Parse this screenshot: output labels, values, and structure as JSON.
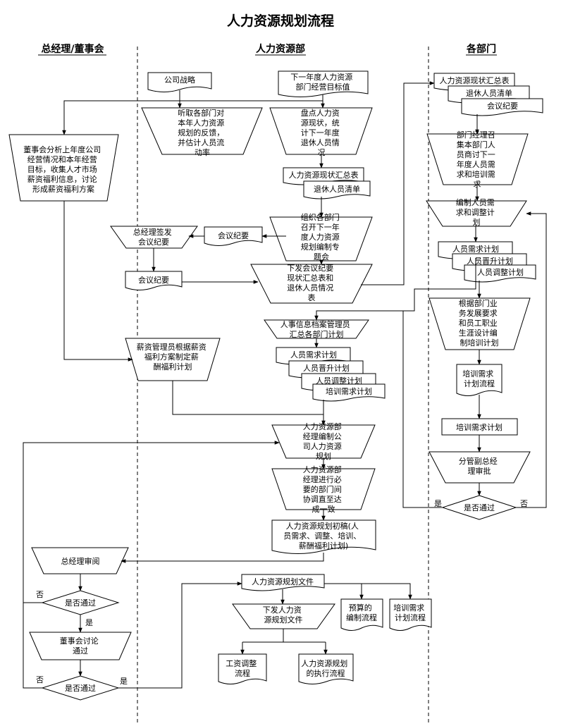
{
  "title": "人力资源规划流程",
  "lanes": [
    "总经理/董事会",
    "人力资源部",
    "各部门"
  ],
  "nodes": {
    "strategy": [
      "公司战略"
    ],
    "next_goal": [
      "下一年度人力资源",
      "部门经营目标值"
    ],
    "board_analysis": [
      "董事会分析上年度公司",
      "经营情况和本年经营",
      "目标，收集人才市场",
      "薪资福利信息，讨论",
      "形成薪资福利方案"
    ],
    "listen_feedback": [
      "听取各部门对",
      "本年人力资源",
      "规划的反馈，",
      "并估计人员流",
      "动率"
    ],
    "inventory": [
      "盘点人力资",
      "源现状，统",
      "计下一年度",
      "退休人员情",
      "况"
    ],
    "summary_hr": [
      "人力资源现状汇总表"
    ],
    "retire_hr": [
      "退休人员清单"
    ],
    "organize_meeting": [
      "组织各部门",
      "召开下一年",
      "度人力资源",
      "规划编制专",
      "题会"
    ],
    "meeting_minutes_1": [
      "会议纪要"
    ],
    "gm_issue": [
      "总经理签发",
      "会议纪要"
    ],
    "meeting_minutes_2": [
      "会议纪要"
    ],
    "issue_minutes": [
      "下发会议纪要",
      "现状汇总表和",
      "退休人员情况",
      "表"
    ],
    "hr_archive": [
      "人事信息档案管理员",
      "汇总各部门计划"
    ],
    "plans_hr": [
      "人员需求计划",
      "人员晋升计划",
      "人员调整计划",
      "培训需求计划"
    ],
    "comp_admin": [
      "薪资管理员根据薪资",
      "福利方案制定薪",
      "酬福利计划"
    ],
    "hr_manager_plan": [
      "人力资源部",
      "经理编制公",
      "司人力资源",
      "规划"
    ],
    "hr_manager_coord": [
      "人力资源部",
      "经理进行必",
      "要的部门间",
      "协调直至达",
      "成一致"
    ],
    "draft": [
      "人力资源规划初稿(人",
      "员需求、调整、培训、",
      "薪酬福利计划)"
    ],
    "gm_review": [
      "总经理审阅"
    ],
    "decision_1": [
      "是否通过"
    ],
    "board_discuss": [
      "董事会讨论",
      "通过"
    ],
    "decision_2": [
      "是否通过"
    ],
    "plan_doc": [
      "人力资源规划文件"
    ],
    "issue_plan": [
      "下发人力资",
      "源规划文件"
    ],
    "budget": [
      "预算的",
      "编制流程"
    ],
    "training_flow_doc": [
      "培训需求",
      "计划流程"
    ],
    "salary_adjust": [
      "工资调整",
      "流程"
    ],
    "exec_flow": [
      "人力资源规划",
      "的执行流程"
    ],
    "dept_docs": [
      "人力资源现状汇总表",
      "退休人员清单",
      "会议纪要"
    ],
    "dept_meeting": [
      "部门经理召",
      "集本部门人",
      "员商讨下一",
      "年度人员需",
      "求和培训需",
      "求"
    ],
    "dept_compile": [
      "编制人员需",
      "求和调整计",
      "划"
    ],
    "dept_plans": [
      "人员需求计划",
      "人员晋升计划",
      "人员调整计划"
    ],
    "dept_training": [
      "根据部门业",
      "务发展要求",
      "和员工职业",
      "生涯设计编",
      "制培训计划"
    ],
    "training_flow": [
      "培训需求",
      "计划流程"
    ],
    "training_plan": [
      "培训需求计划"
    ],
    "vp_approval": [
      "分管副总经",
      "理审批"
    ],
    "decision_3": [
      "是否通过"
    ]
  },
  "edge_labels": {
    "yes": "是",
    "no": "否"
  }
}
